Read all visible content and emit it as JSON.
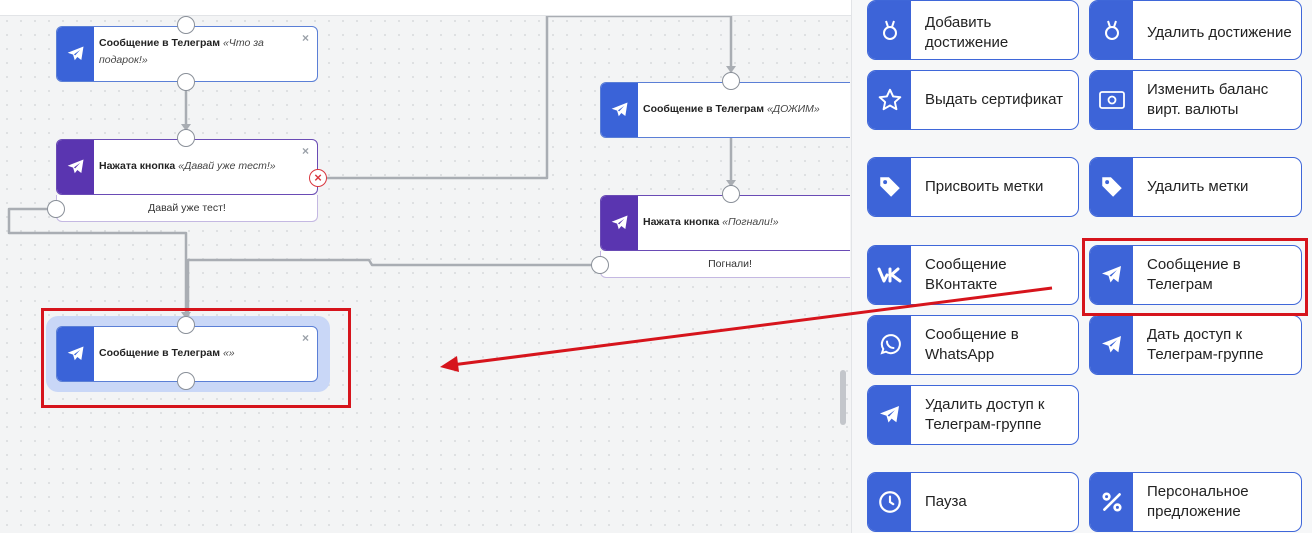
{
  "canvas": {
    "nodes": [
      {
        "type": "telegram-message",
        "label": "Сообщение в Телеграм",
        "detail": "«Что за подарок!»"
      },
      {
        "type": "button-pressed",
        "label": "Нажата кнопка",
        "detail": "«Давай уже тест!»",
        "button_text": "Давай уже тест!"
      },
      {
        "type": "telegram-message",
        "label": "Сообщение в Телеграм",
        "detail": "«ДОЖИМ»"
      },
      {
        "type": "button-pressed",
        "label": "Нажата кнопка",
        "detail": "«Погнали!»",
        "button_text": "Погнали!"
      },
      {
        "type": "telegram-message",
        "label": "Сообщение в Телеграм",
        "detail": "«»"
      }
    ],
    "close_glyph": "×",
    "error_glyph": "×"
  },
  "panel": {
    "items": [
      {
        "label": "Добавить достижение",
        "icon": "medal-icon"
      },
      {
        "label": "Удалить достижение",
        "icon": "medal-icon"
      },
      {
        "label": "Выдать сертификат",
        "icon": "star-icon"
      },
      {
        "label": "Изменить баланс вирт. валюты",
        "icon": "banknote-icon"
      },
      {
        "label": "Присвоить метки",
        "icon": "tag-icon"
      },
      {
        "label": "Удалить метки",
        "icon": "tag-icon"
      },
      {
        "label": "Сообщение ВКонтакте",
        "icon": "vk-icon"
      },
      {
        "label": "Сообщение в Телеграм",
        "icon": "telegram-icon"
      },
      {
        "label": "Сообщение в WhatsApp",
        "icon": "whatsapp-icon"
      },
      {
        "label": "Дать доступ к Телеграм-группе",
        "icon": "telegram-icon"
      },
      {
        "label": "Удалить доступ к Телеграм-группе",
        "icon": "telegram-icon"
      },
      {
        "label": "Пауза",
        "icon": "clock-icon"
      },
      {
        "label": "Персональное предложение",
        "icon": "percent-icon"
      }
    ]
  },
  "colors": {
    "telegram_blue": "#3a63d8",
    "button_purple": "#5a35b0",
    "highlight_red": "#d6141c",
    "selection_halo": "#c9d7f7"
  }
}
